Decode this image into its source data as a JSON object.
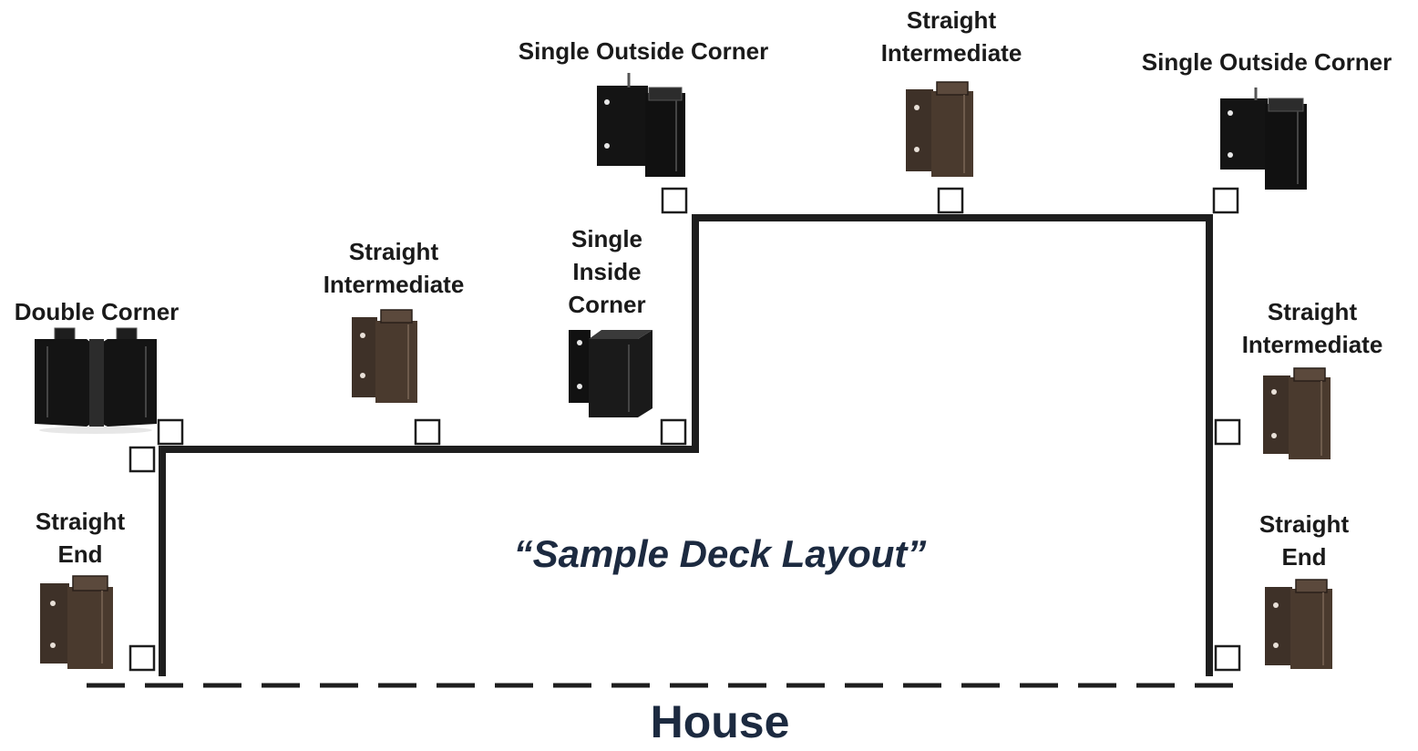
{
  "diagram": {
    "title": "“Sample Deck Layout”",
    "house_label": "House",
    "colors": {
      "line": "#1e1e1e",
      "title": "#1c2a40",
      "black_bracket": "#141414",
      "brown_bracket": "#4a3a2e"
    },
    "labels": {
      "double_corner": "Double Corner",
      "straight_intermediate_left": [
        "Straight",
        "Intermediate"
      ],
      "single_inside_corner": [
        "Single",
        "Inside",
        "Corner"
      ],
      "single_outside_corner_left": "Single Outside Corner",
      "straight_intermediate_top": [
        "Straight",
        "Intermediate"
      ],
      "single_outside_corner_right": "Single Outside Corner",
      "straight_intermediate_right": [
        "Straight",
        "Intermediate"
      ],
      "straight_end_left": [
        "Straight",
        "End"
      ],
      "straight_end_right": [
        "Straight",
        "End"
      ]
    },
    "brackets": [
      {
        "id": "double-corner",
        "type": "double-corner",
        "color": "black"
      },
      {
        "id": "straight-intermediate-left",
        "type": "straight",
        "color": "brown"
      },
      {
        "id": "single-inside-corner",
        "type": "inside-corner",
        "color": "black"
      },
      {
        "id": "single-outside-corner-left",
        "type": "outside-corner",
        "color": "black"
      },
      {
        "id": "straight-intermediate-top",
        "type": "straight",
        "color": "brown"
      },
      {
        "id": "single-outside-corner-right",
        "type": "outside-corner",
        "color": "black"
      },
      {
        "id": "straight-intermediate-right",
        "type": "straight",
        "color": "brown"
      },
      {
        "id": "straight-end-left",
        "type": "straight",
        "color": "brown"
      },
      {
        "id": "straight-end-right",
        "type": "straight",
        "color": "brown"
      }
    ]
  }
}
